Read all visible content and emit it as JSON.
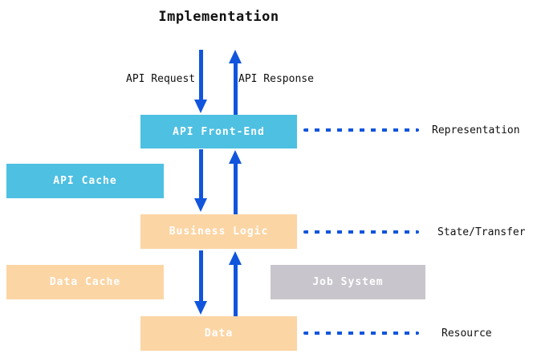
{
  "title": "Implementation",
  "flow_labels": {
    "request": "API Request",
    "response": "API Response"
  },
  "nodes": {
    "api_front_end": {
      "label": "API Front-End",
      "color": "#4EC0E2"
    },
    "api_cache": {
      "label": "API Cache",
      "color": "#4EC0E2"
    },
    "business_logic": {
      "label": "Business Logic",
      "color": "#FCD5A5"
    },
    "data_cache": {
      "label": "Data Cache",
      "color": "#FCD5A5"
    },
    "job_system": {
      "label": "Job System",
      "color": "#C9C5CC"
    },
    "data": {
      "label": "Data",
      "color": "#FCD5A5"
    }
  },
  "layer_labels": {
    "representation": "Representation",
    "state_transfer": "State/Transfer",
    "resource": "Resource"
  },
  "colors": {
    "arrow_blue": "#1155DD",
    "cyan": "#4EC0E2",
    "orange": "#FCD5A5",
    "gray": "#C9C5CC",
    "text": "#111111"
  }
}
